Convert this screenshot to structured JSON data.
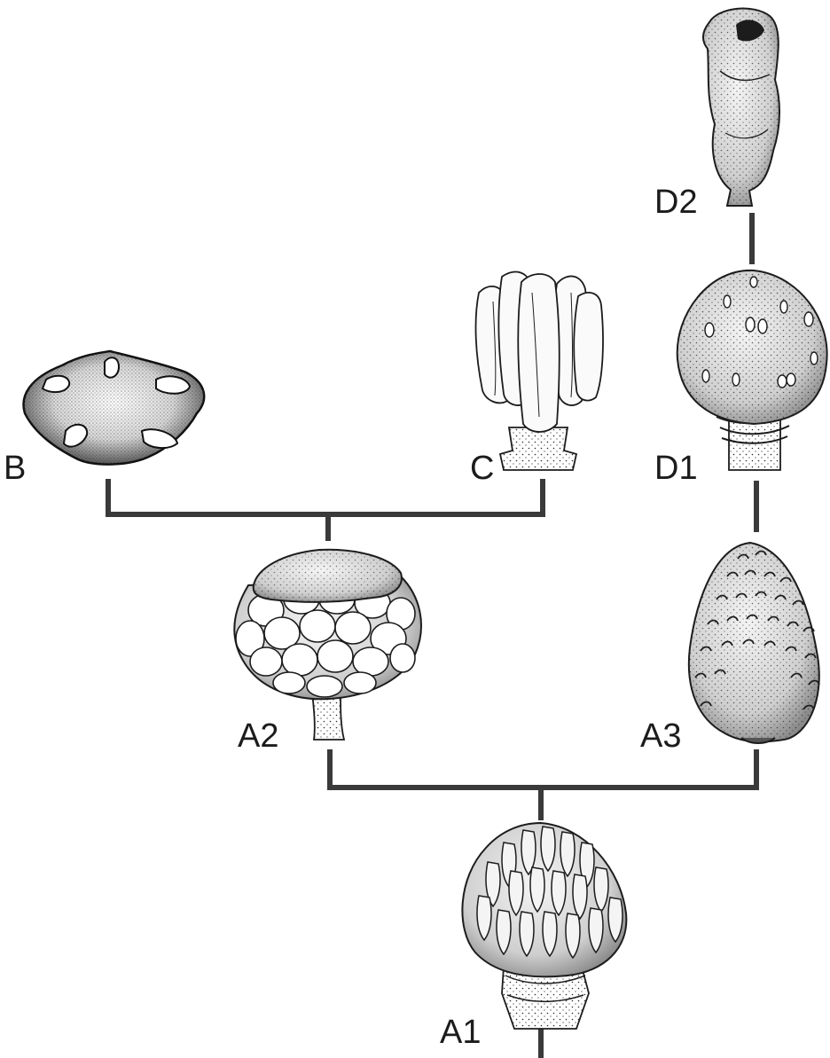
{
  "labels": {
    "a1": "A1",
    "a2": "A2",
    "a3": "A3",
    "b": "B",
    "c": "C",
    "d1": "D1",
    "d2": "D2"
  },
  "colors": {
    "line": "#3a3a3a",
    "ink": "#1c1c1c",
    "paper": "#ffffff",
    "stipple": "#2a2a2a",
    "fill_light": "#f2f2f2",
    "fill_mid": "#dcdcdc",
    "fill_dark": "#9a9a9a"
  }
}
